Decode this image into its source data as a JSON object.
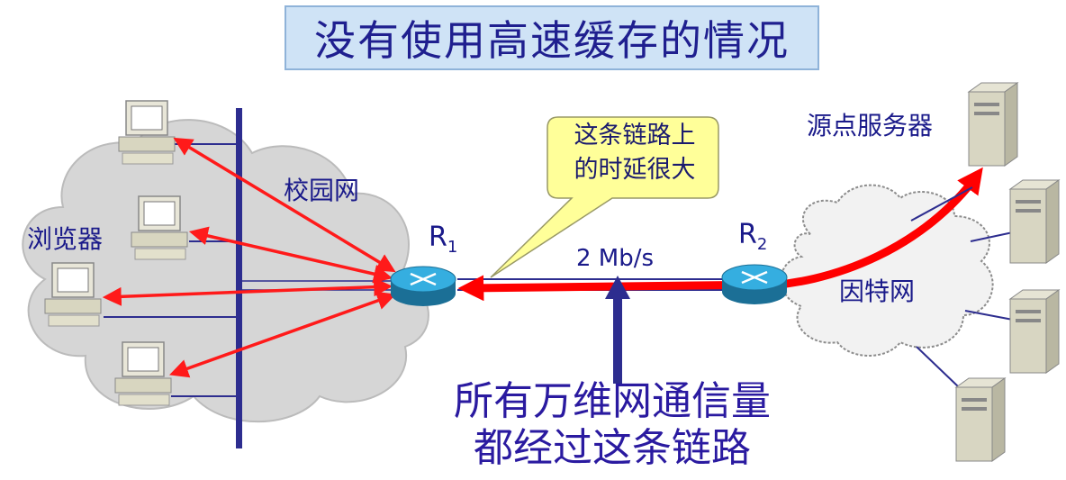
{
  "title": "没有使用高速缓存的情况",
  "labels": {
    "campus_net": "校园网",
    "browser": "浏览器",
    "r1": "R",
    "r1_sub": "1",
    "r2": "R",
    "r2_sub": "2",
    "bandwidth": "2 Mb/s",
    "internet": "因特网",
    "origin_server": "源点服务器"
  },
  "callout": {
    "line1": "这条链路上",
    "line2": "的时延很大"
  },
  "bottom_note": {
    "line1": "所有万维网通信量",
    "line2": "都经过这条链路"
  },
  "colors": {
    "title_bg": "#cfe3f6",
    "title_text": "#1f1f8f",
    "cloud": "#d9d9d9",
    "bus": "#2d2d8f",
    "arrow": "#ff0000",
    "router": "#2a9fd6",
    "callout_bg": "#ffff99"
  }
}
